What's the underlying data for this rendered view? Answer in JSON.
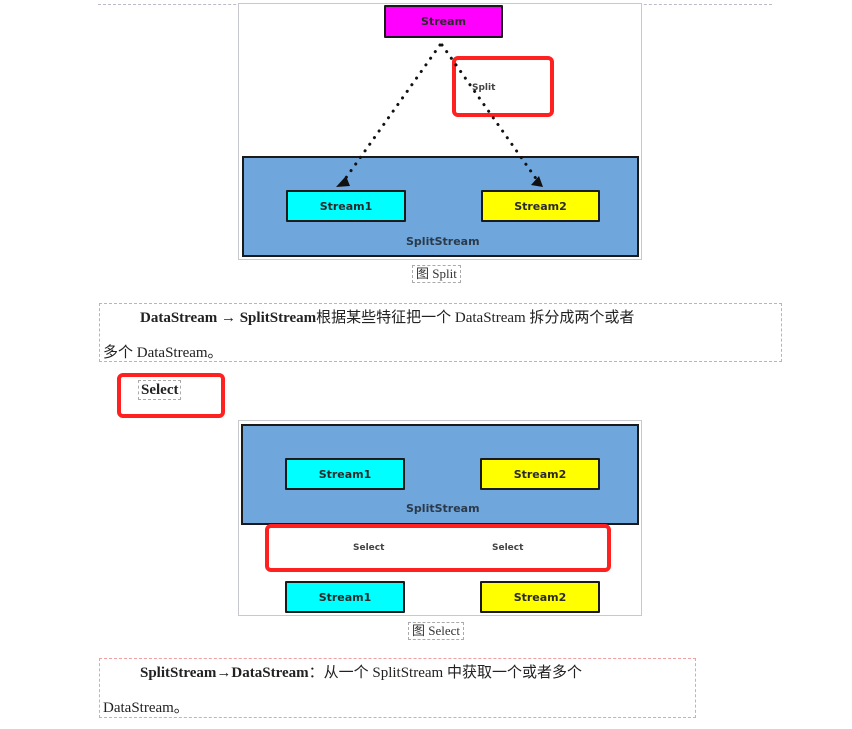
{
  "split_figure": {
    "source_label": "Stream",
    "split_annotation": "Split",
    "container_label": "SplitStream",
    "outputs": [
      "Stream1",
      "Stream2"
    ],
    "caption": "图 Split"
  },
  "split_description": {
    "from": "DataStream",
    "arrow": "→",
    "to": "SplitStream",
    "text_line1": "根据某些特征把一个 DataStream 拆分成两个或者",
    "text_line2": "多个 DataStream。"
  },
  "select_heading": "Select",
  "select_figure": {
    "container_label": "SplitStream",
    "inputs": [
      "Stream1",
      "Stream2"
    ],
    "select_annotations": [
      "Select",
      "Select"
    ],
    "outputs": [
      "Stream1",
      "Stream2"
    ],
    "caption": "图 Select"
  },
  "select_description": {
    "from": "SplitStream",
    "arrow": "→",
    "to": "DataStream",
    "text_line1": "：从一个 SplitStream 中获取一个或者多个",
    "text_line2": "DataStream。"
  },
  "colors": {
    "stream_magenta": "#ff00ff",
    "stream_cyan": "#00ffff",
    "stream_yellow": "#ffff00",
    "splitstream_blue": "#6fa6dc",
    "highlight_red": "#ff2020"
  }
}
